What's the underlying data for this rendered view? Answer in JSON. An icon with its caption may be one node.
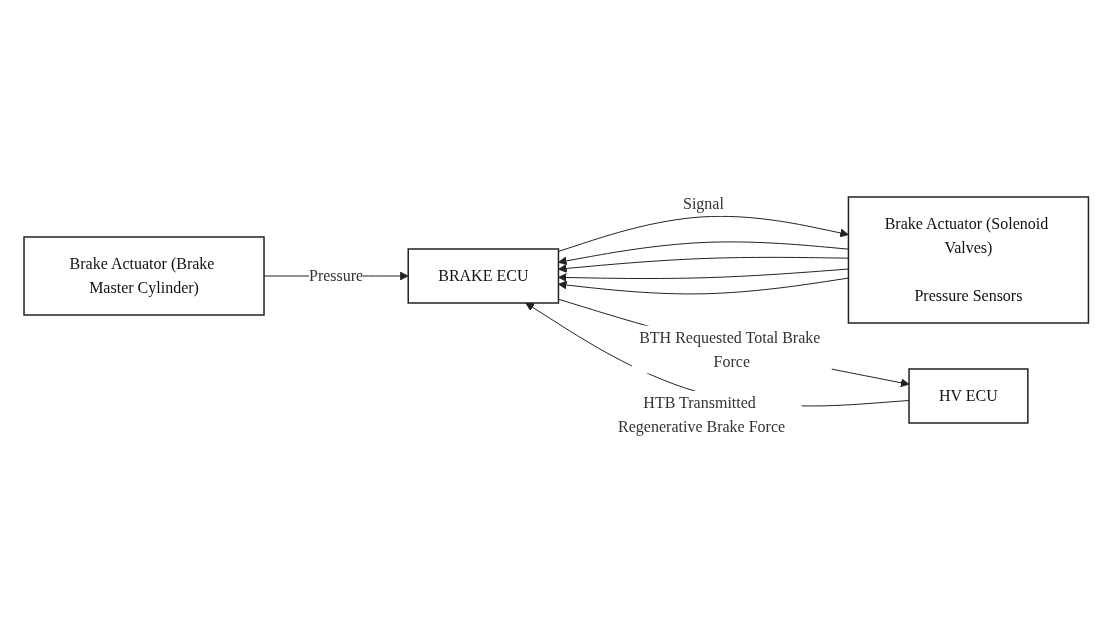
{
  "diagram": {
    "nodes": [
      {
        "text": [
          "Brake Actuator (Brake Master Cylinder)"
        ]
      },
      {
        "text": [
          "BRAKE ECU"
        ]
      },
      {
        "text": [
          "Brake Actuator (Solenoid Valves)",
          "Pressure Sensors"
        ]
      },
      {
        "text": [
          "HV ECU"
        ]
      }
    ],
    "edges": [
      {
        "from": 0,
        "to": 1,
        "arrow": "to",
        "label": "Pressure"
      },
      {
        "from": 1,
        "to": 2,
        "arrow": "to",
        "label": "Signal"
      },
      {
        "from": 2,
        "to": 1,
        "arrow": "to"
      },
      {
        "from": 2,
        "to": 1,
        "arrow": "to"
      },
      {
        "from": 2,
        "to": 1,
        "arrow": "to"
      },
      {
        "from": 2,
        "to": 1,
        "arrow": "to"
      },
      {
        "from": 1,
        "to": 3,
        "arrow": "to",
        "label": "BTH Requested Total Brake Force"
      },
      {
        "from": 3,
        "to": 1,
        "arrow": "to",
        "label": "HTB Transmitted Regenerative Brake Force"
      }
    ]
  }
}
